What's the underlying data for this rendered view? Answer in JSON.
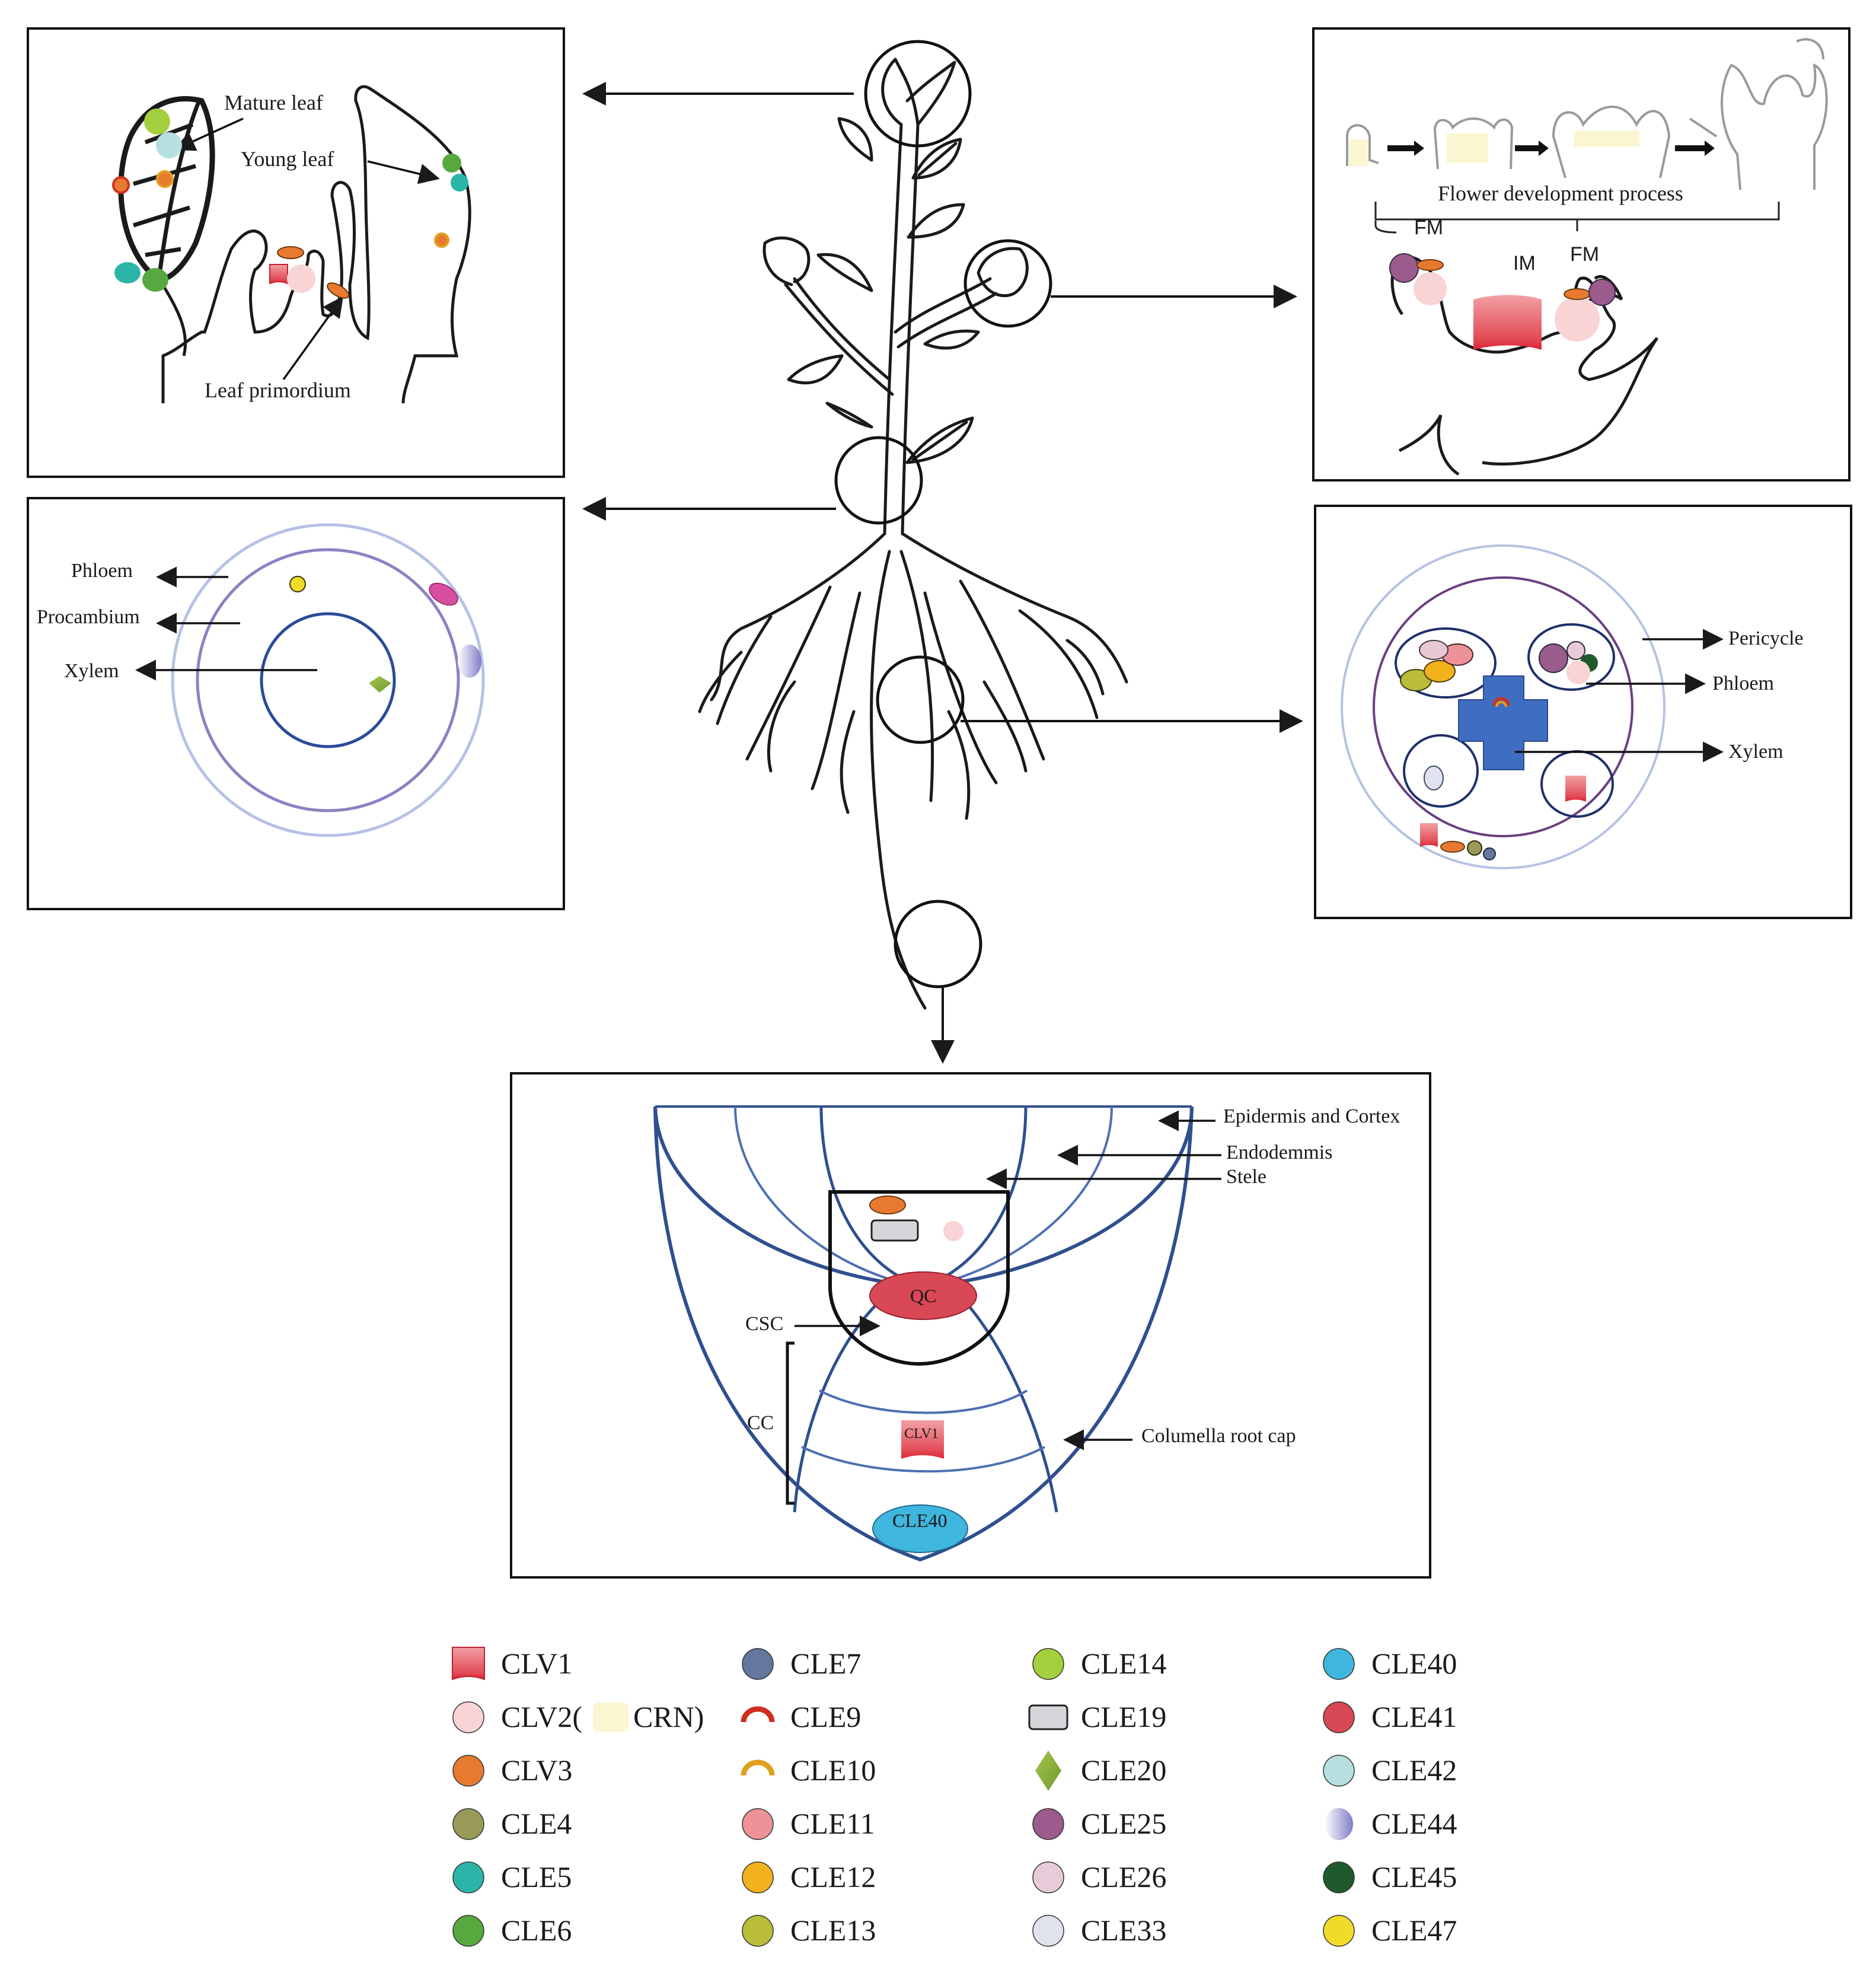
{
  "colors": {
    "CLV1": "#e0505a",
    "CLV2": "#f8d4d4",
    "CRN": "#fbf6d2",
    "CLV3": "#e87a30",
    "CLE4": "#9a9a58",
    "CLE5": "#2bb5a8",
    "CLE6": "#58a840",
    "CLE7": "#64779c",
    "CLE9": "#d02f20",
    "CLE10": "#e0a020",
    "CLE11": "#ec9298",
    "CLE12": "#f2b21c",
    "CLE13": "#b9bd3a",
    "CLE14": "#a4cf3e",
    "CLE19": "#d6d6da",
    "CLE20": "#8bb03c",
    "CLE25": "#9b5b8c",
    "CLE26": "#e8cbd8",
    "CLE33": "#dfe3ee",
    "CLE40": "#3fb6de",
    "CLE41": "#d94855",
    "CLE42": "#b6e0e0",
    "CLE44": "#9a9ad4",
    "CLE45": "#1f5a2c",
    "CLE47": "#f0dc28",
    "outline": "#1a1a1a",
    "root_blue": "#2f4f8f",
    "xylem_blue": "#3f6ec0"
  },
  "leaf_panel": {
    "mature_leaf": "Mature leaf",
    "young_leaf": "Young leaf",
    "leaf_primordium": "Leaf primordium"
  },
  "flower_panel": {
    "process": "Flower development process",
    "fm_left": "FM",
    "im": "IM",
    "fm_right": "FM"
  },
  "stem_panel": {
    "phloem": "Phloem",
    "procambium": "Procambium",
    "xylem": "Xylem"
  },
  "root_section_panel": {
    "pericycle": "Pericycle",
    "phloem": "Phloem",
    "xylem": "Xylem"
  },
  "root_tip_panel": {
    "epidermis_cortex": "Epidermis and  Cortex",
    "endodermis": "Endodemmis",
    "stele": "Stele",
    "qc": "QC",
    "csc": "CSC",
    "cc": "CC",
    "clv1_label": "CLV1",
    "cle40_label": "CLE40",
    "columella": "Columella root cap"
  },
  "legend": [
    {
      "key": "CLV1",
      "label": "CLV1",
      "shape": "cup"
    },
    {
      "key": "CLV2",
      "label": "CLV2(",
      "shape": "circle",
      "extra_swatch": "CRN",
      "extra_label": "CRN)"
    },
    {
      "key": "CLV3",
      "label": "CLV3",
      "shape": "circle"
    },
    {
      "key": "CLE4",
      "label": "CLE4",
      "shape": "circle"
    },
    {
      "key": "CLE5",
      "label": "CLE5",
      "shape": "circle"
    },
    {
      "key": "CLE6",
      "label": "CLE6",
      "shape": "circle"
    },
    {
      "key": "CLE7",
      "label": "CLE7",
      "shape": "circle"
    },
    {
      "key": "CLE9",
      "label": "CLE9",
      "shape": "arc"
    },
    {
      "key": "CLE10",
      "label": "CLE10",
      "shape": "arc"
    },
    {
      "key": "CLE11",
      "label": "CLE11",
      "shape": "circle"
    },
    {
      "key": "CLE12",
      "label": "CLE12",
      "shape": "circle"
    },
    {
      "key": "CLE13",
      "label": "CLE13",
      "shape": "circle"
    },
    {
      "key": "CLE14",
      "label": "CLE14",
      "shape": "circle"
    },
    {
      "key": "CLE19",
      "label": "CLE19",
      "shape": "rect"
    },
    {
      "key": "CLE20",
      "label": "CLE20",
      "shape": "diamond"
    },
    {
      "key": "CLE25",
      "label": "CLE25",
      "shape": "circle"
    },
    {
      "key": "CLE26",
      "label": "CLE26",
      "shape": "circle"
    },
    {
      "key": "CLE33",
      "label": "CLE33",
      "shape": "circle"
    },
    {
      "key": "CLE40",
      "label": "CLE40",
      "shape": "circle"
    },
    {
      "key": "CLE41",
      "label": "CLE41",
      "shape": "circle"
    },
    {
      "key": "CLE42",
      "label": "CLE42",
      "shape": "circle"
    },
    {
      "key": "CLE44",
      "label": "CLE44",
      "shape": "gradient"
    },
    {
      "key": "CLE45",
      "label": "CLE45",
      "shape": "circle"
    },
    {
      "key": "CLE47",
      "label": "CLE47",
      "shape": "circle"
    }
  ]
}
